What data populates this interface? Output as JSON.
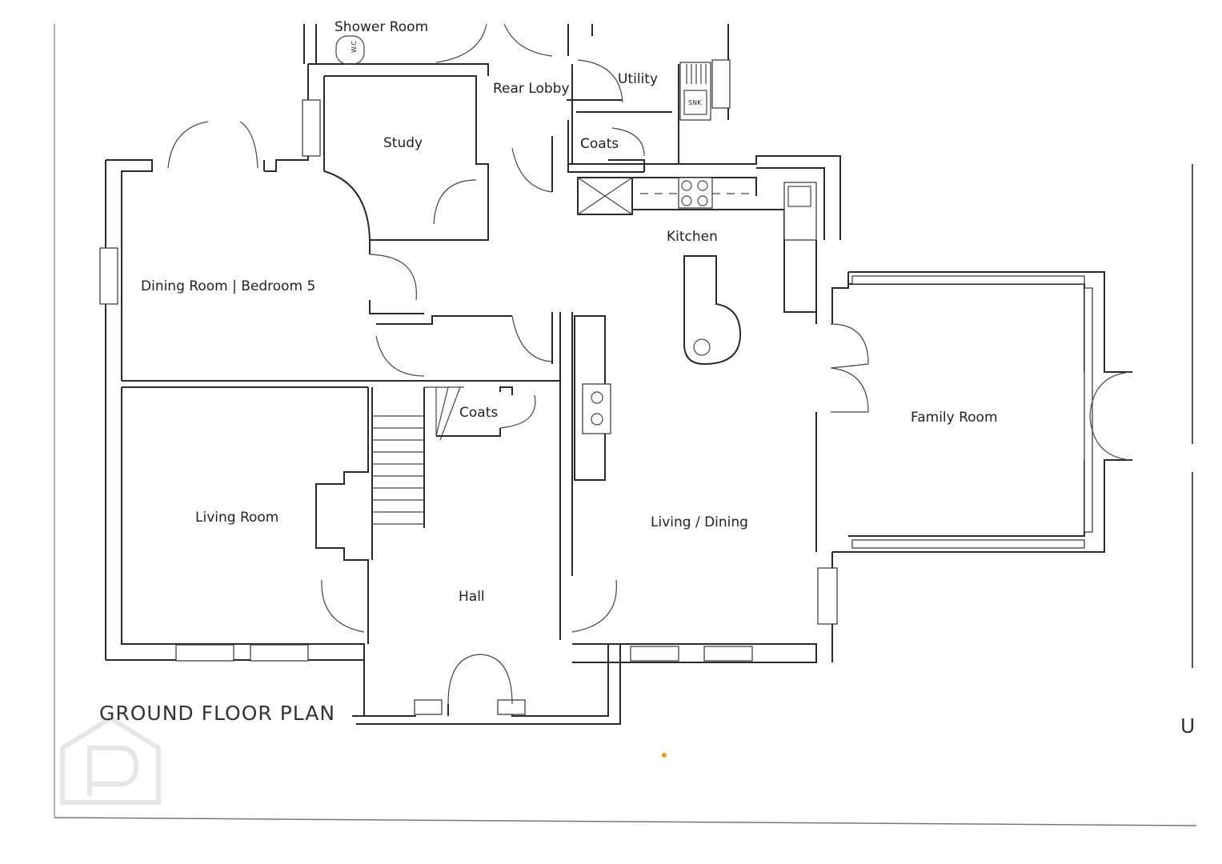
{
  "plan": {
    "title": "GROUND FLOOR PLAN",
    "edge_fragment": "U",
    "rooms": {
      "shower_room": "Shower Room",
      "wc": "W.C",
      "rear_lobby": "Rear Lobby",
      "utility": "Utility",
      "sink": "SNK",
      "study": "Study",
      "coats_rear": "Coats",
      "kitchen": "Kitchen",
      "dining_bedroom": "Dining Room | Bedroom 5",
      "family_room": "Family Room",
      "coats_hall": "Coats",
      "living_room": "Living Room",
      "living_dining": "Living / Dining",
      "hall": "Hall"
    }
  },
  "watermark": {
    "letter": "P"
  },
  "colors": {
    "line": "#2a2a2a",
    "watermark": "#e6e6e6",
    "dot": "#e0a020"
  }
}
